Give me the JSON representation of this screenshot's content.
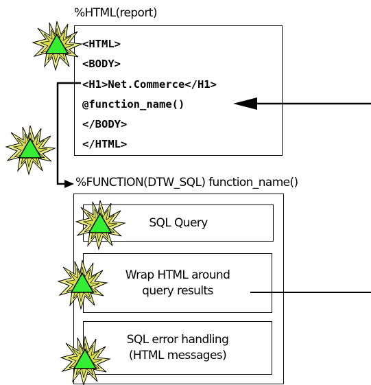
{
  "report": {
    "title": "%HTML(report)",
    "code_lines": [
      "<HTML>",
      "<BODY>",
      "<H1>Net.Commerce</H1>",
      "@function_name()",
      "</BODY>",
      "</HTML>"
    ]
  },
  "function": {
    "title": "%FUNCTION(DTW_SQL) function_name()",
    "boxes": {
      "sql_query": "SQL Query",
      "wrap_line1": "Wrap HTML around",
      "wrap_line2": "query results",
      "error_line1": "SQL error handling",
      "error_line2": "(HTML messages)"
    }
  },
  "icons": [
    "starburst-triangle-icon"
  ],
  "colors": {
    "triangle": "#33ee33",
    "burst": "#e8ee88",
    "line": "#000000"
  }
}
